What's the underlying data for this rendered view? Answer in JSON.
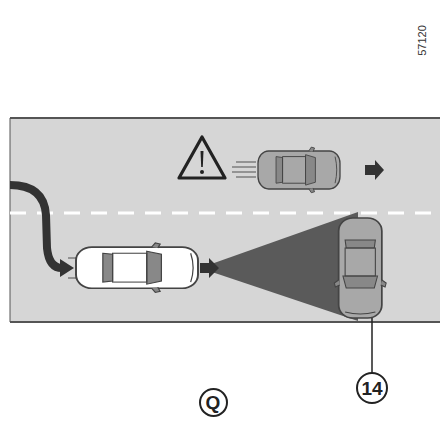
{
  "diagram": {
    "nodes": [
      {
        "text": [
          "Q"
        ]
      },
      {
        "text": [
          "14"
        ]
      }
    ],
    "labels": [
      "57120"
    ]
  }
}
